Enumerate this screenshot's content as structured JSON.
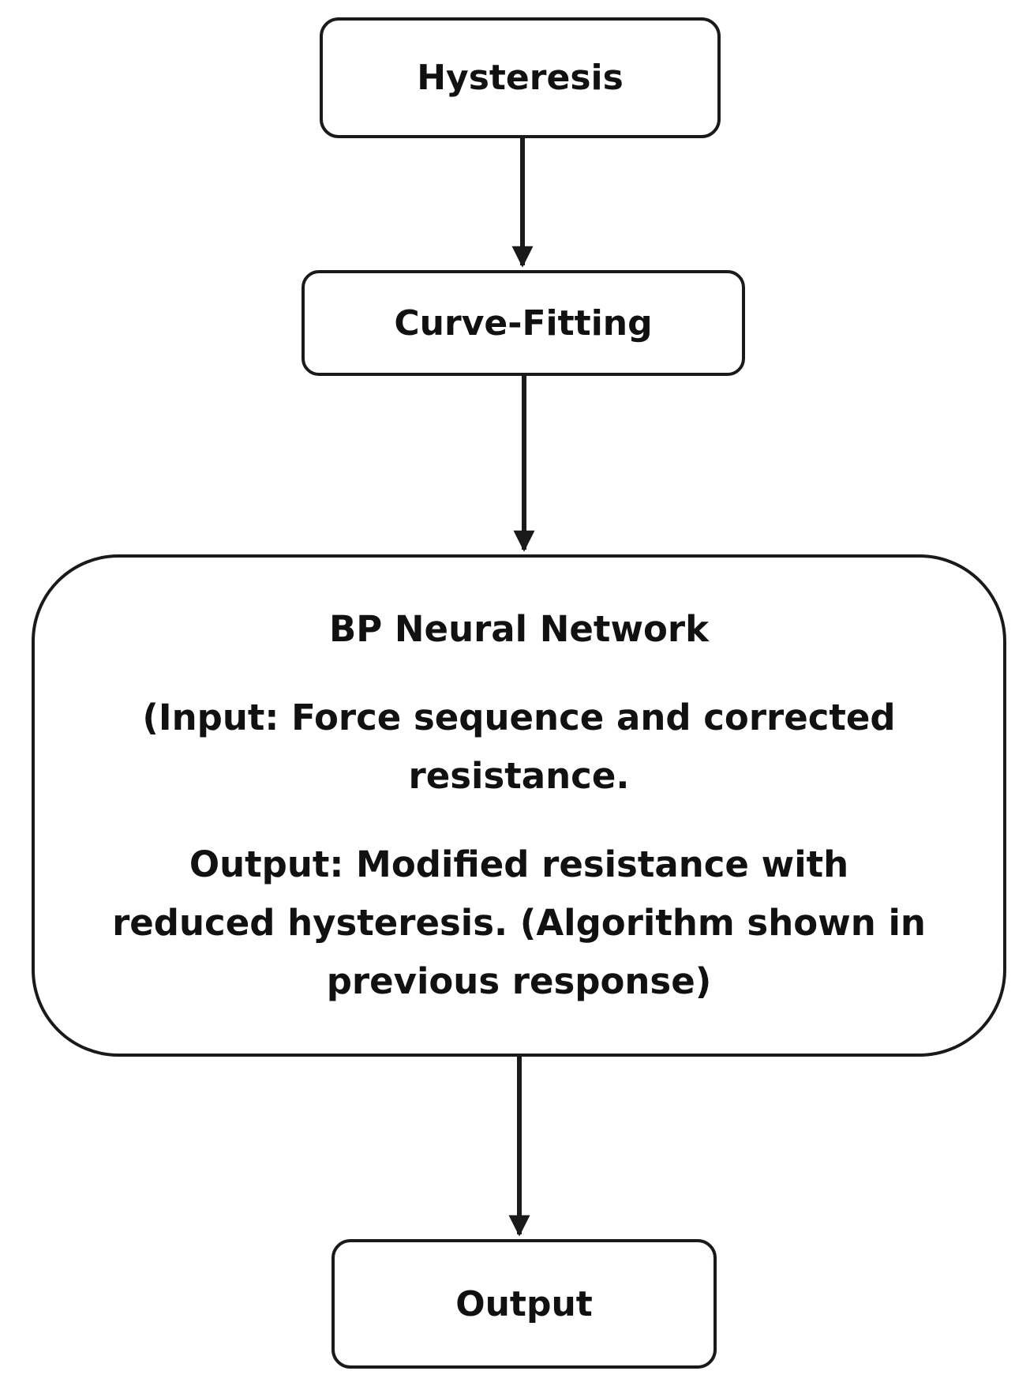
{
  "nodes": {
    "hysteresis": {
      "label": "Hysteresis"
    },
    "curve_fitting": {
      "label": "Curve-Fitting"
    },
    "bp_network": {
      "title": "BP Neural Network",
      "input_text": "(Input: Force sequence and corrected resistance.",
      "output_text": "Output: Modified resistance with reduced hysteresis. (Algorithm shown in previous response)"
    },
    "output": {
      "label": "Output"
    }
  },
  "edges": [
    {
      "from": "hysteresis",
      "to": "curve_fitting"
    },
    {
      "from": "curve_fitting",
      "to": "bp_network"
    },
    {
      "from": "bp_network",
      "to": "output"
    }
  ],
  "colors": {
    "stroke": "#1a1a1a",
    "fill": "#ffffff",
    "text": "#111111"
  }
}
